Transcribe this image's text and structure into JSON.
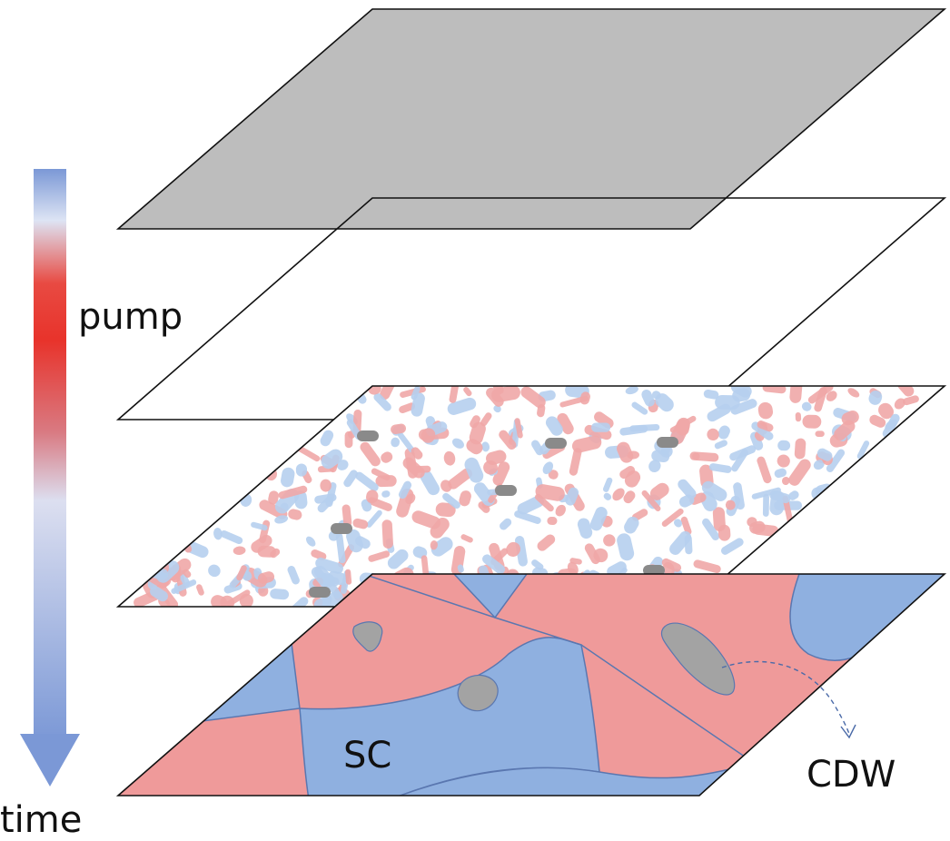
{
  "labels": {
    "pump": "pump",
    "time": "time",
    "sc": "SC",
    "cdw": "CDW"
  },
  "colors": {
    "arrow_blue": "#7b98d6",
    "arrow_red": "#e8332b",
    "top_layer_gray": "#bdbdbd",
    "sc_blue": "#8fb0e0",
    "cdw_red": "#ef9a9a",
    "cdw_island_gray": "#a3a3a3",
    "fluct_red": "#f0a7a7",
    "fluct_blue": "#b6cfee",
    "outline": "#111111"
  },
  "layers": [
    {
      "name": "uniform-gray-layer"
    },
    {
      "name": "empty-layer"
    },
    {
      "name": "fluctuating-layer"
    },
    {
      "name": "ordered-domains-layer"
    }
  ]
}
